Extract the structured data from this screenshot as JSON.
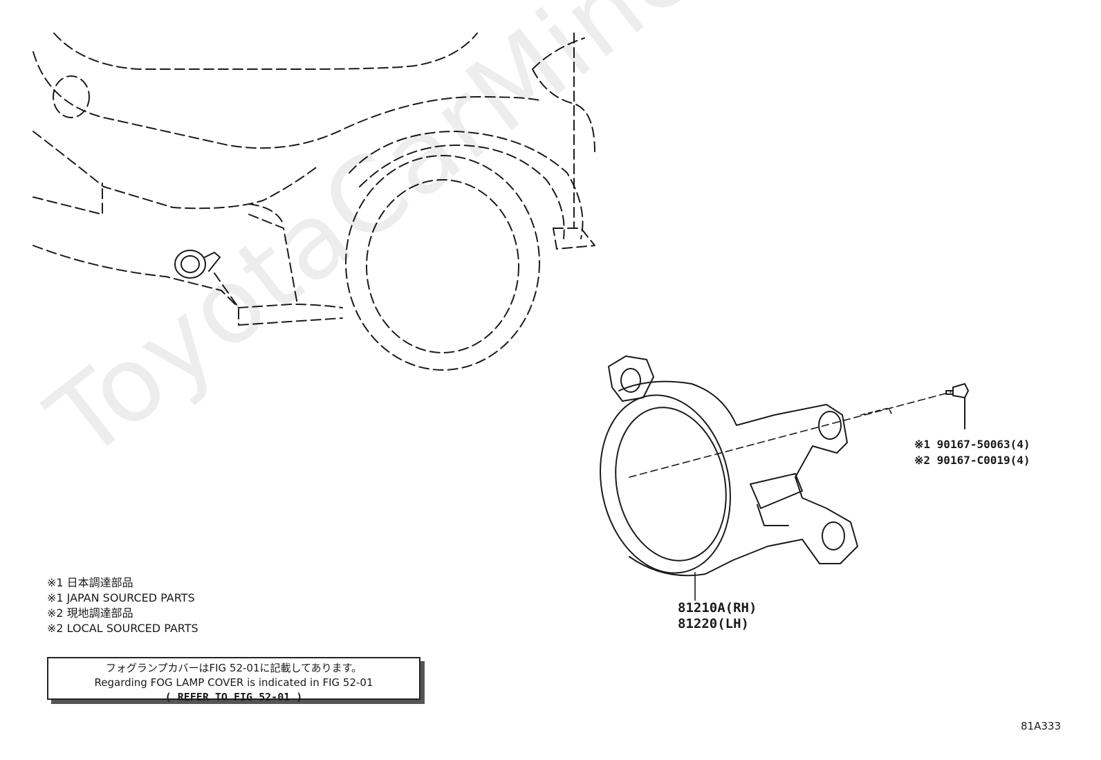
{
  "watermark": "ToyotaCarMine.ru",
  "legend": [
    "※1 日本調達部品",
    "※1 JAPAN SOURCED PARTS",
    "※2 現地調達部品",
    "※2 LOCAL SOURCED PARTS"
  ],
  "note": {
    "line1": "フォグランプカバーはFIG 52-01に記載してあります。",
    "line2": "Regarding FOG LAMP COVER is indicated in FIG 52-01",
    "line3": "(  REFER TO FIG 52-01  )"
  },
  "parts": {
    "lamp_rh": "81210A(RH)",
    "lamp_lh": "81220(LH)",
    "screw_1": "※1 90167-50063(4)",
    "screw_2": "※2 90167-C0019(4)"
  },
  "figure_id": "81A333"
}
